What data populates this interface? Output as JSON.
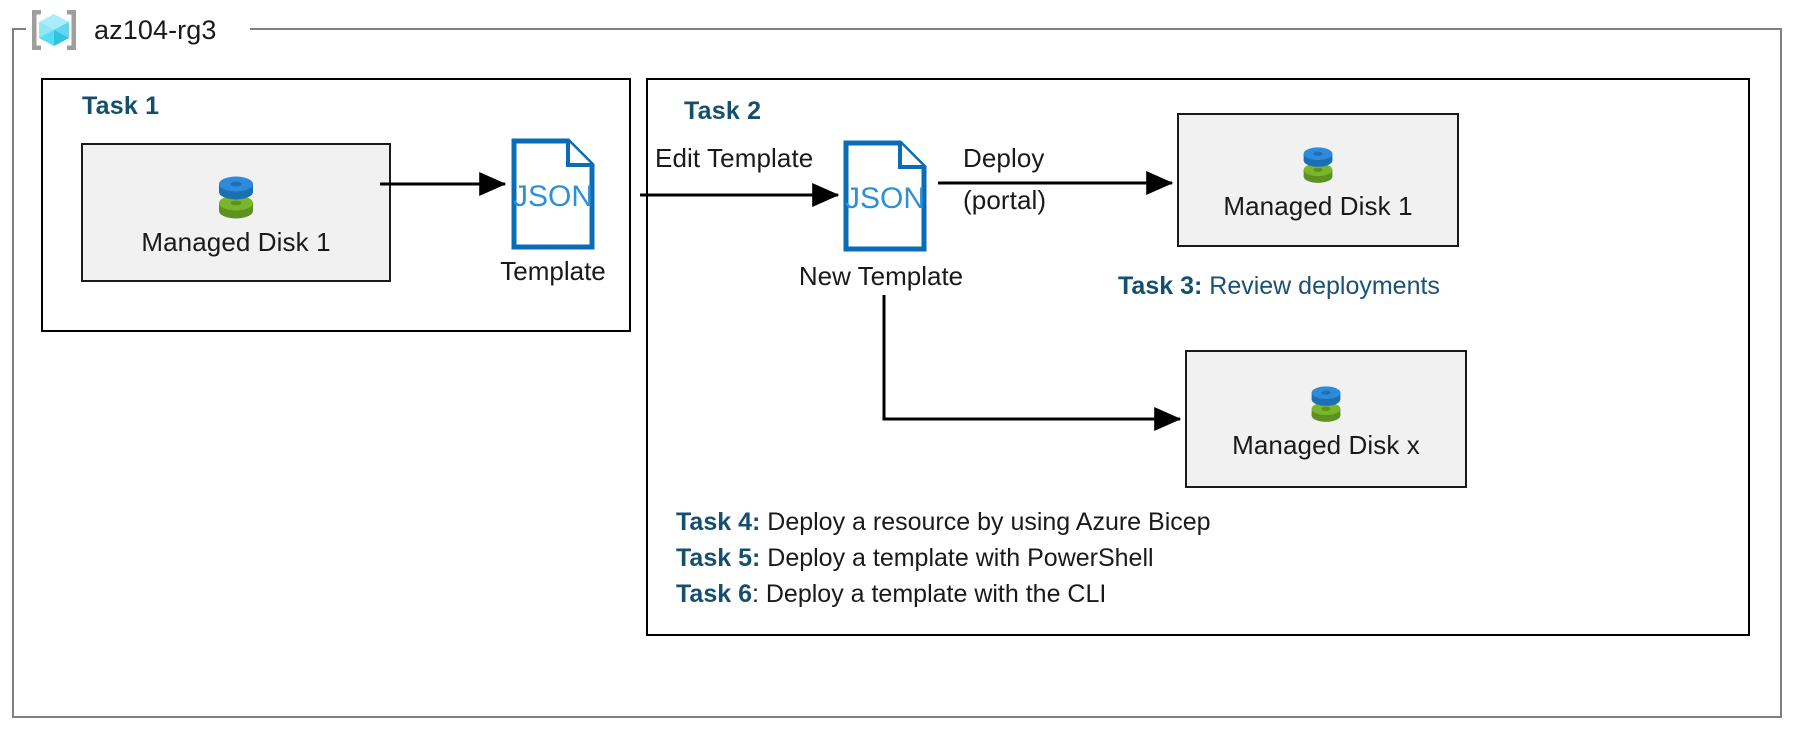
{
  "resource_group": {
    "name": "az104-rg3",
    "icon": "azure-resource-group-cube-icon",
    "frame_color": "#808080"
  },
  "accent_colors": {
    "task_heading": "#14506e",
    "task3_description": "#1a5276",
    "json_outline": "#0a6cb5",
    "json_text": "#2e8fd9",
    "disk_blue": "#2e8bd9",
    "disk_green": "#7ab629",
    "resource_box_fill": "#f1f1f1",
    "cube_cyan": "#5ce1f5"
  },
  "task1": {
    "heading": "Task 1",
    "resource": {
      "label": "Managed Disk 1",
      "icon": "managed-disk-icon"
    },
    "template": {
      "icon": "json-document-icon",
      "icon_text": "JSON",
      "caption": "Template"
    }
  },
  "task2": {
    "heading": "Task 2",
    "edge_label_edit": "Edit Template",
    "template": {
      "icon": "json-document-icon",
      "icon_text": "JSON",
      "caption": "New Template"
    },
    "edge_label_deploy_line1": "Deploy",
    "edge_label_deploy_line2": "(portal)",
    "resources": [
      {
        "label": "Managed Disk 1",
        "icon": "managed-disk-icon"
      },
      {
        "label": "Managed Disk x",
        "icon": "managed-disk-icon"
      }
    ]
  },
  "task3": {
    "label": "Task 3:",
    "description": "Review deployments"
  },
  "task_list": [
    {
      "label": "Task 4:",
      "description": "Deploy a resource by using Azure Bicep"
    },
    {
      "label": "Task 5:",
      "description": "Deploy a template with PowerShell"
    },
    {
      "label": "Task 6",
      "description": ": Deploy a template with the CLI"
    }
  ]
}
